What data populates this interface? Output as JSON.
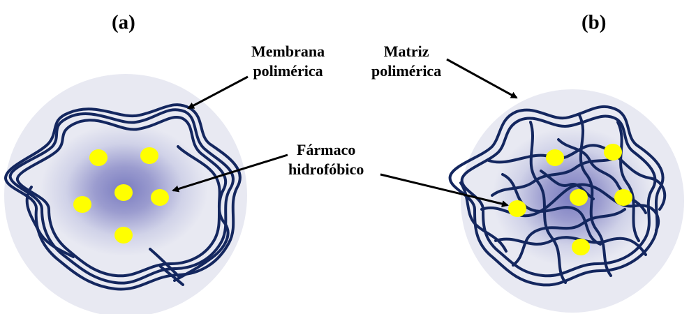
{
  "panels": {
    "a": {
      "label": "(a)"
    },
    "b": {
      "label": "(b)"
    }
  },
  "callouts": {
    "membrane": {
      "line1": "Membrana",
      "line2": "polimérica"
    },
    "matrix": {
      "line1": "Matriz",
      "line2": "polimérica"
    },
    "drug": {
      "line1": "Fármaco",
      "line2": "hidrofóbico"
    }
  },
  "colors": {
    "polymer": "#14275f",
    "drug": "#ffff00",
    "halo": "#e6e8f1",
    "core": "#7a7cc0"
  }
}
